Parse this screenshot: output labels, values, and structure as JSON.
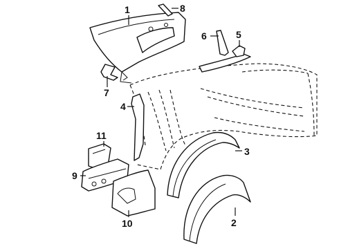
{
  "callouts": [
    {
      "id": "c1",
      "text": "1"
    },
    {
      "id": "c2",
      "text": "2"
    },
    {
      "id": "c3",
      "text": "3"
    },
    {
      "id": "c4",
      "text": "4"
    },
    {
      "id": "c5",
      "text": "5"
    },
    {
      "id": "c6",
      "text": "6"
    },
    {
      "id": "c7",
      "text": "7"
    },
    {
      "id": "c8",
      "text": "8"
    },
    {
      "id": "c9",
      "text": "9"
    },
    {
      "id": "c10",
      "text": "10"
    },
    {
      "id": "c11",
      "text": "11"
    }
  ],
  "colors": {
    "ink": "#111111",
    "background": "#ffffff"
  }
}
